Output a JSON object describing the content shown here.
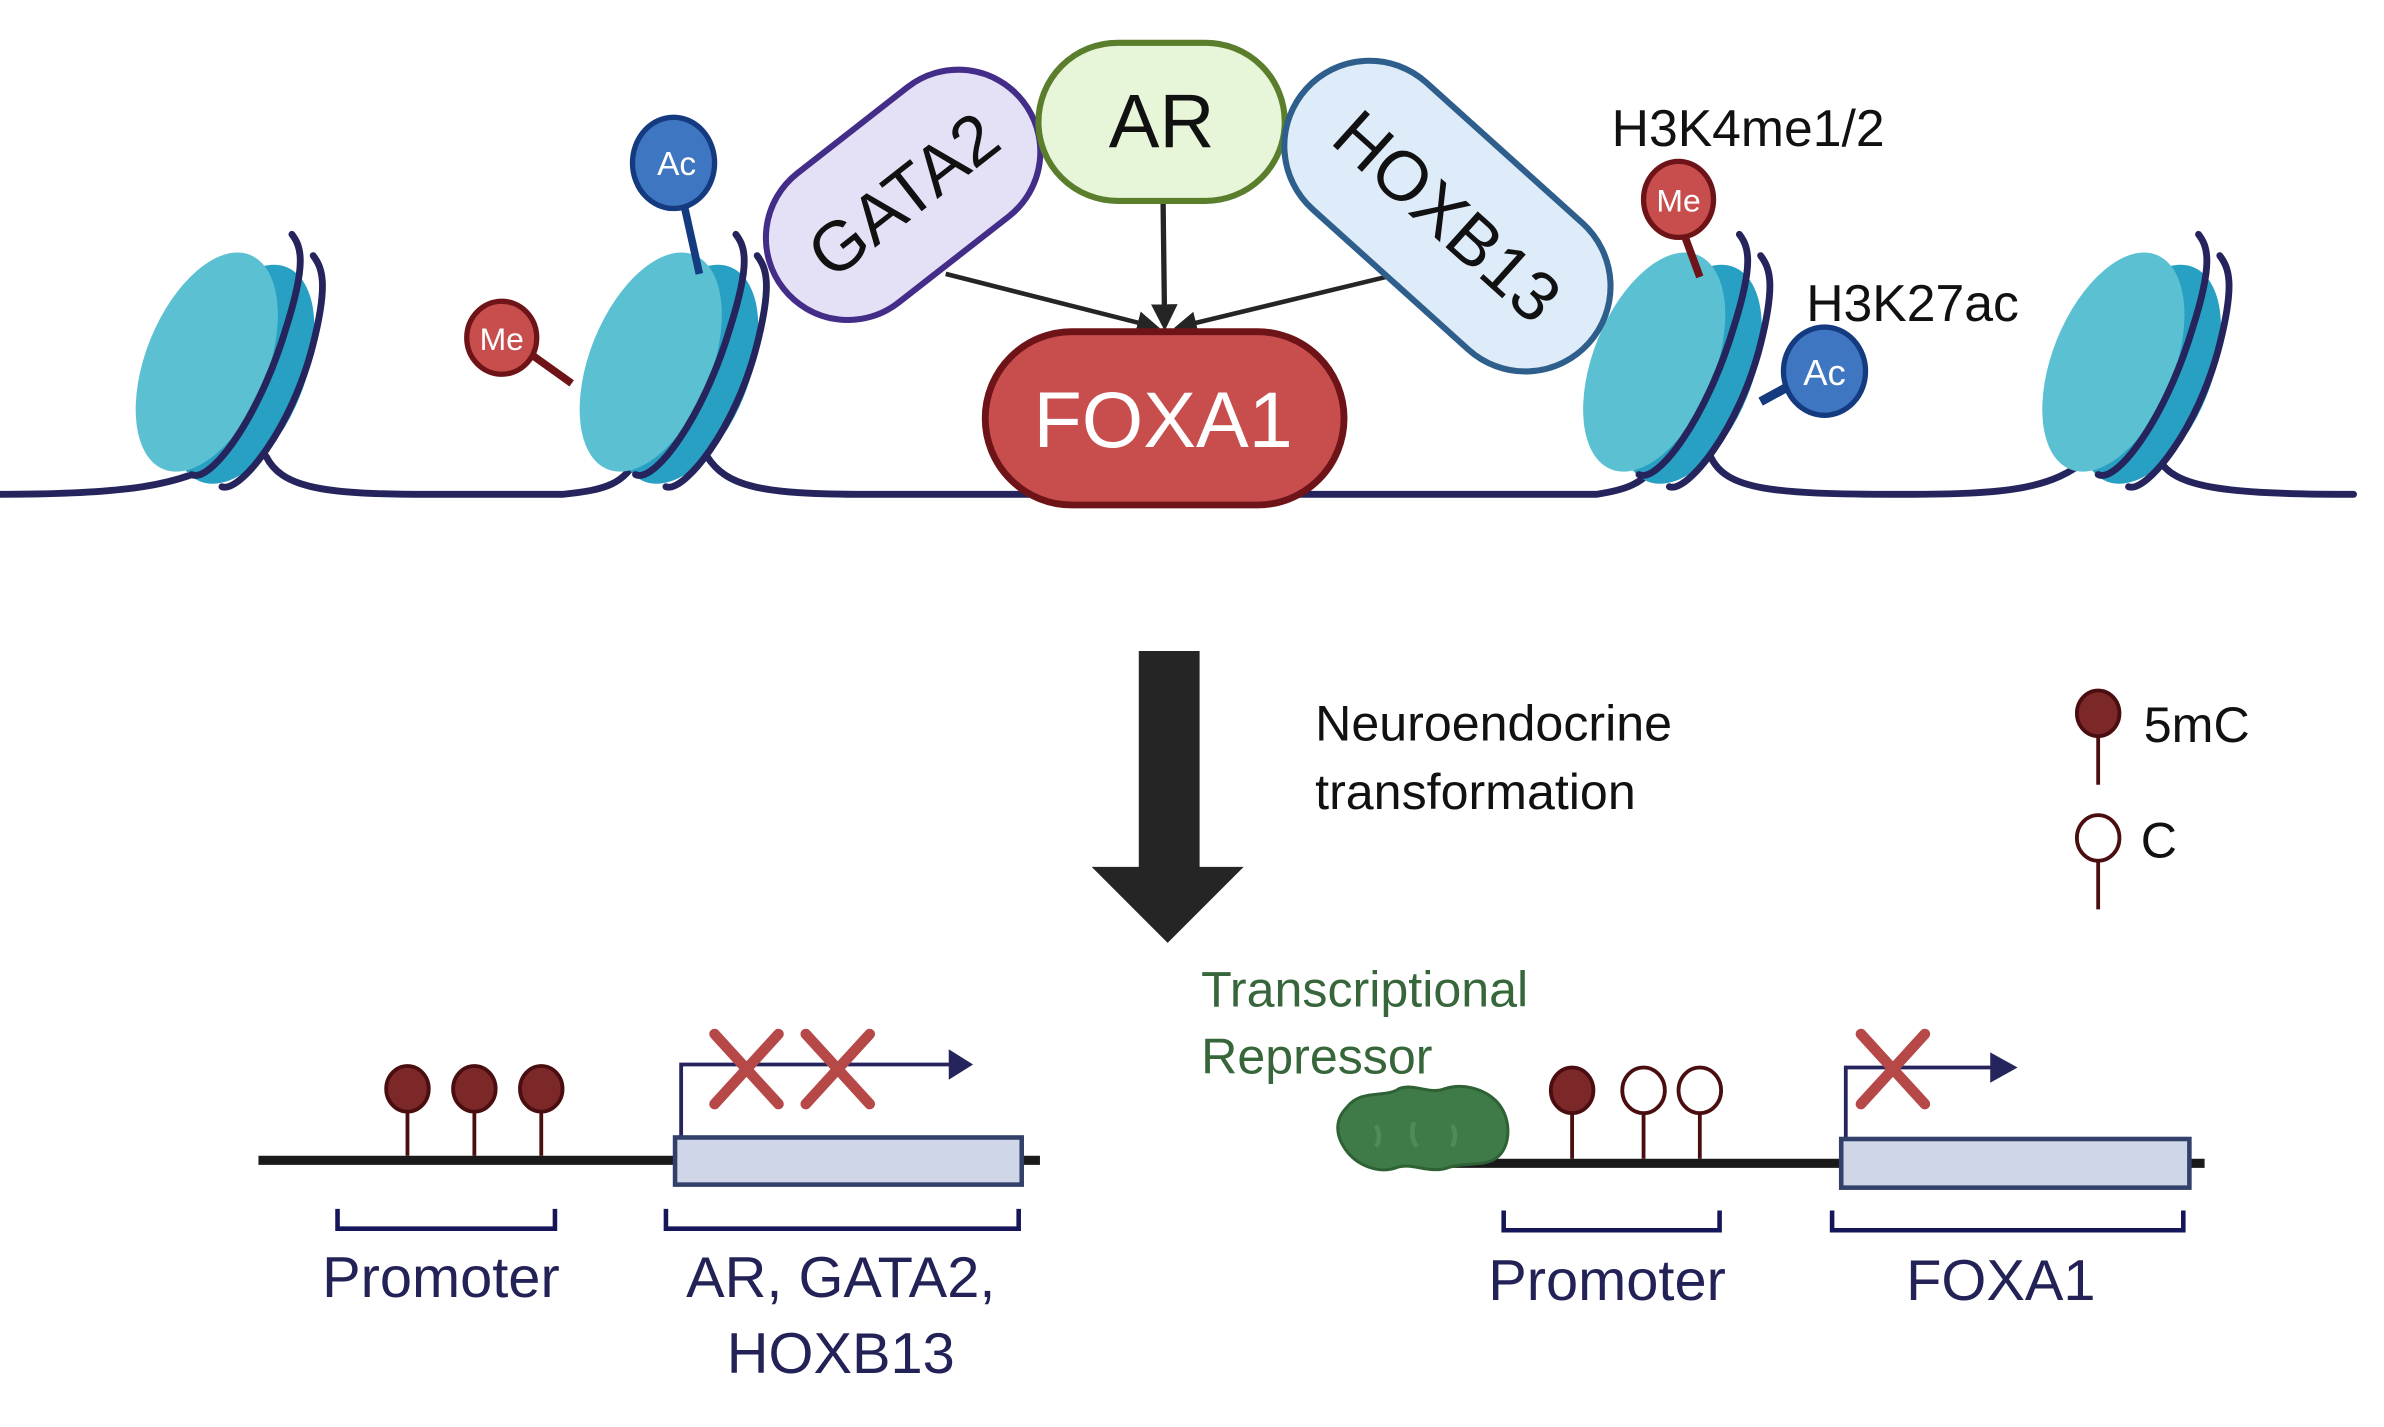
{
  "colors": {
    "dna": "#25245c",
    "nucleosome_light": "#5bc1d2",
    "nucleosome_dark": "#27a0c3",
    "methyl_fill": "#c84e4e",
    "methyl_stroke": "#6e1418",
    "acetyl_fill": "#3f76c2",
    "acetyl_stroke": "#143a80",
    "gata2_fill": "#e4e1f6",
    "gata2_stroke": "#432d88",
    "ar_fill": "#e7f5d8",
    "ar_stroke": "#5b7e2c",
    "hoxb13_fill": "#deebf8",
    "hoxb13_stroke": "#2e5f8c",
    "foxa1_fill": "#c84e4e",
    "foxa1_stroke": "#6e1418",
    "arrow": "#252525",
    "cpg_methylated": "#7d2828",
    "cpg_stroke": "#4a0e10",
    "gene_box_fill": "#cfd6e8",
    "gene_box_stroke": "#33416a",
    "block_x": "#b74848",
    "repressor": "#3f7a49",
    "label_navy": "#232257",
    "label_green": "#37663a"
  },
  "top_panel": {
    "transcription_factors": {
      "gata2": "GATA2",
      "ar": "AR",
      "hoxb13": "HOXB13",
      "foxa1": "FOXA1"
    },
    "histone_marks": {
      "me_badge": "Me",
      "ac_badge": "Ac",
      "h3k4_label": "H3K4me1/2",
      "h3k27_label": "H3K27ac"
    }
  },
  "transition": {
    "label_line1": "Neuroendocrine",
    "label_line2": "transformation"
  },
  "legend": {
    "items": [
      {
        "label": "5mC",
        "methylated": true
      },
      {
        "label": "C",
        "methylated": false
      }
    ]
  },
  "bottom_left": {
    "cpg_sites": [
      true,
      true,
      true
    ],
    "promoter_label": "Promoter",
    "gene_label_line1": "AR, GATA2,",
    "gene_label_line2": "HOXB13",
    "block_marks": 2
  },
  "bottom_right": {
    "repressor_line1": "Transcriptional",
    "repressor_line2": "Repressor",
    "cpg_sites": [
      true,
      false,
      false
    ],
    "promoter_label": "Promoter",
    "gene_label": "FOXA1",
    "block_marks": 1
  }
}
